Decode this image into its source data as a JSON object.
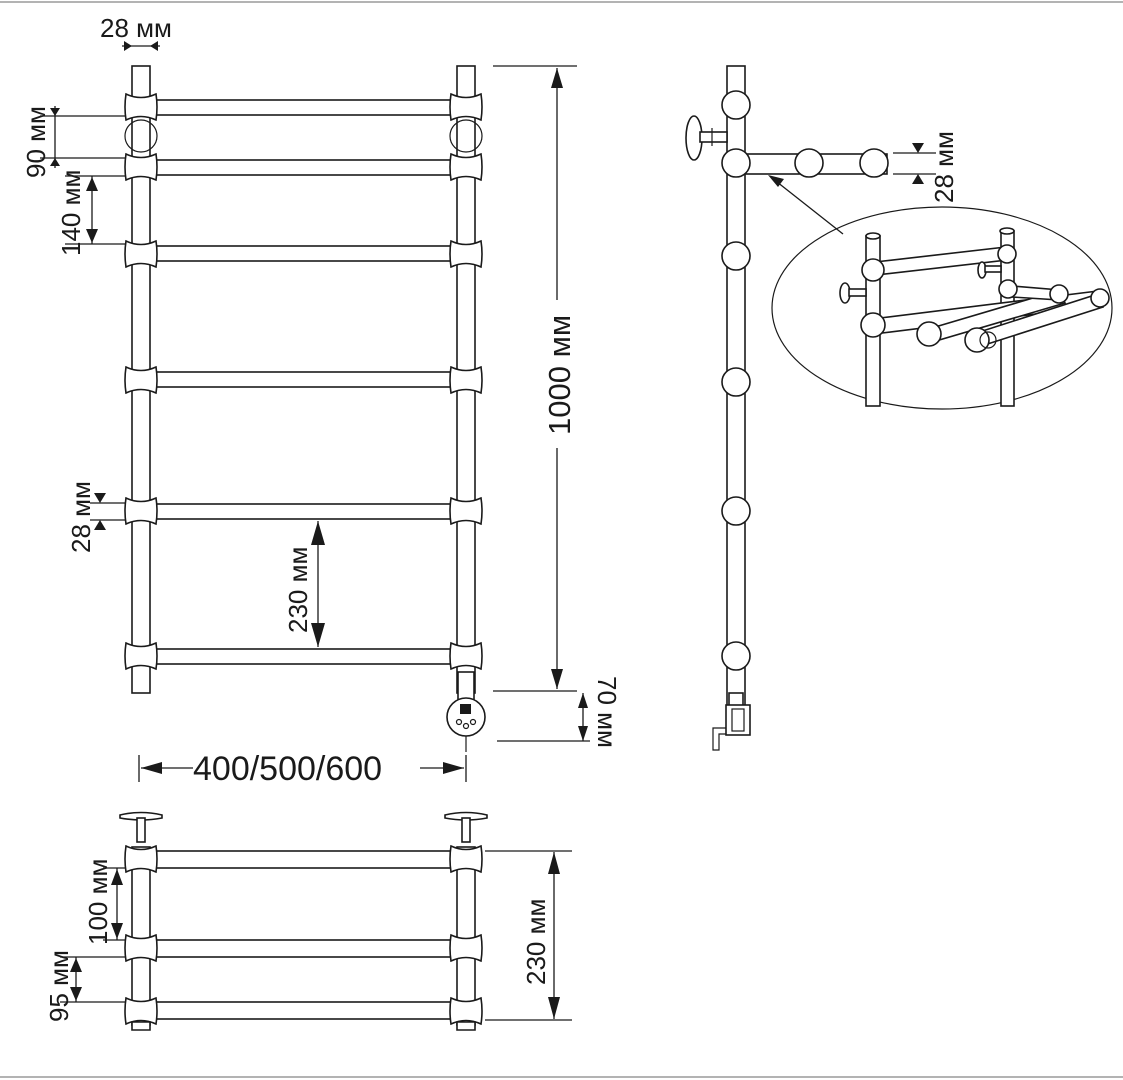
{
  "front_view": {
    "dim_pipe_width": "28 мм",
    "dim_top_gap": "90 мм",
    "dim_second_gap": "140 мм",
    "dim_total_height": "1000 мм",
    "dim_bar_thickness": "28 мм",
    "dim_bar_spacing": "230 мм",
    "dim_bottom_offset": "70 мм",
    "dim_width_options": "400/500/600"
  },
  "side_view": {
    "dim_shelf_thickness": "28 мм"
  },
  "top_view": {
    "dim_first_gap": "100 мм",
    "dim_second_gap": "95 мм",
    "dim_depth": "230 мм"
  }
}
